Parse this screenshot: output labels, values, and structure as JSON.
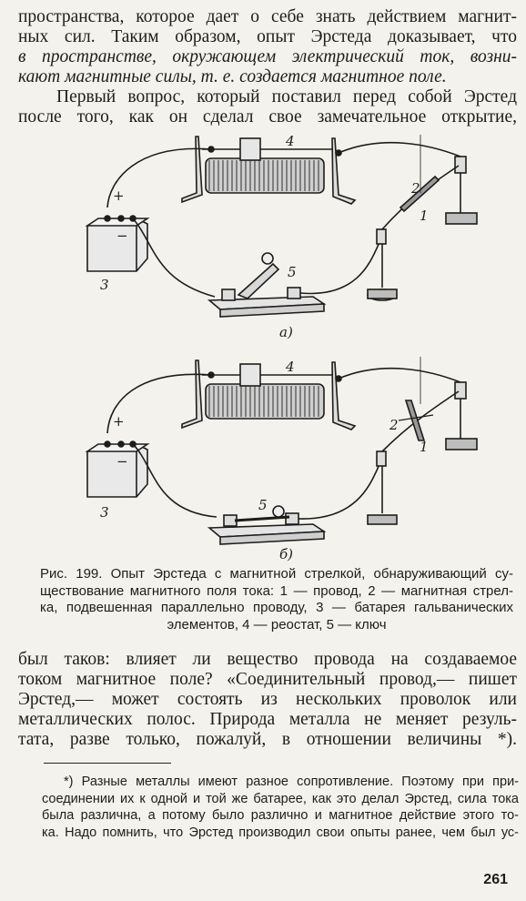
{
  "page": {
    "top_paragraph": [
      "пространства, которое дает о себе знать действием магнит-",
      "ных сил. Таким образом, опыт Эрстеда доказывает, что",
      "в пространстве, окружающем электрический ток, возни-",
      "кают магнитные силы, т. е. создается магнитное поле."
    ],
    "second_paragraph": [
      "Первый вопрос, который поставил перед собой Эрстед",
      "после того, как он сделал свое замечательное открытие,"
    ],
    "figure_a": {
      "subfigure_label": "а)",
      "labels": {
        "reostat": "4",
        "needle": "2",
        "wire": "1",
        "key": "5",
        "battery": "3",
        "plus": "+",
        "minus": "−"
      }
    },
    "figure_b": {
      "subfigure_label": "б)",
      "labels": {
        "reostat": "4",
        "needle": "2",
        "wire": "1",
        "key": "5",
        "battery": "3",
        "plus": "+",
        "minus": "−"
      }
    },
    "caption": [
      "Рис. 199. Опыт Эрстеда с магнитной стрелкой, обнаруживающий су-",
      "ществование магнитного поля тока: 1 — провод, 2 — магнитная стрел-",
      "ка, подвешенная параллельно проводу, 3 — батарея гальванических",
      "элементов, 4 — реостат, 5 — ключ"
    ],
    "third_paragraph": [
      "был таков: влияет ли вещество провода на создаваемое",
      "током магнитное поле? «Соединительный провод,— пишет",
      "Эрстед,— может состоять из нескольких проволок или",
      "металлических полос. Природа металла не меняет резуль-",
      "тата, разве только, пожалуй, в отношении величины *)."
    ],
    "footnote": [
      "*) Разные металлы имеют разное сопротивление. Поэтому при при-",
      "соединении их к одной и той же батарее, как это делал Эрстед, сила тока",
      "была различна, а потому было различно и магнитное действие этого то-",
      "ка. Надо помнить, что Эрстед производил свои опыты ранее, чем был ус-"
    ],
    "page_number": "261"
  }
}
